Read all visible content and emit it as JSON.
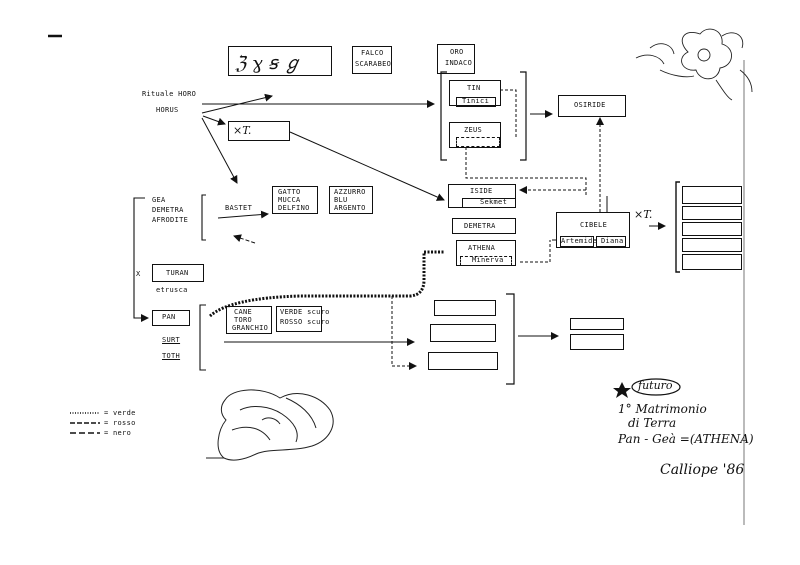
{
  "labels": {
    "glyphs": "ℨ ɣ ꞩ ℊ",
    "falco": "FALCO",
    "scarabeo": "SCARABEO",
    "oro": "ORO",
    "indaco": "INDACO",
    "rituale_horo": "Rituale HORO",
    "horus": "HORUS",
    "xt_left": "×T.",
    "tin": "TIN",
    "tinici": "Tinici",
    "zeus": "ZEUS",
    "osiride": "OSIRIDE",
    "gea": "GEA",
    "demetra_left": "DEMETRA",
    "afrodite": "AFRODITE",
    "bastet": "BASTET",
    "gatto": "GATTO",
    "mucca": "MUCCA",
    "delfino": "DELFINO",
    "azzurro": "AZZURRO",
    "blu": "BLU",
    "argento": "ARGENTO",
    "iside": "ISIDE",
    "sekmet": "Sekmet",
    "demetra_right": "DEMETRA",
    "athena": "ATHENA",
    "minerva": "Minerva",
    "cibele": "CIBELE",
    "artemide": "Artemide",
    "diana": "Diana",
    "xt_right": "×T.",
    "x_mark": "X",
    "turan": "TURAN",
    "etrusca": "etrusca",
    "pan": "PAN",
    "cane": "CANE",
    "toro": "TORO",
    "granchio": "GRANCHIO",
    "verde_scuro": "VERDE scuro",
    "rosso_scuro": "ROSSO scuro",
    "surt": "SURT",
    "toth": "TOTH",
    "legend_verde": "= verde",
    "legend_rosso": "= rosso",
    "legend_nero": "= nero",
    "futuro": "futuro",
    "matrimonio_1": "1° Matrimonio",
    "matrimonio_2": "di Terra",
    "matrimonio_3": "Pan - Geà =(ATHENA)",
    "signature": "Calliope '86"
  }
}
